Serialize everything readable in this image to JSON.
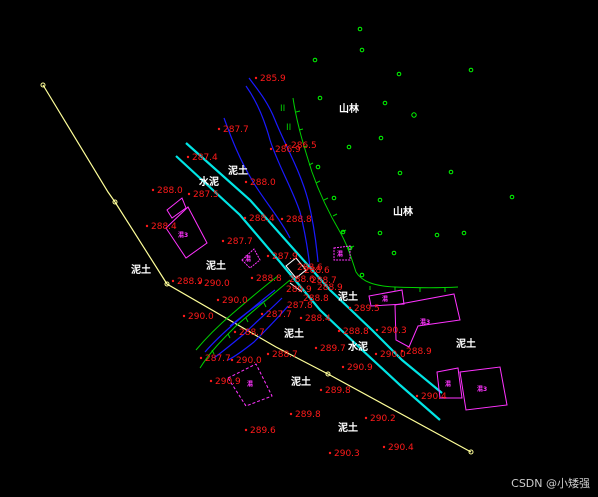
{
  "watermark": "CSDN @小矮强",
  "colors": {
    "background": "#000000",
    "road": "#00e5e5",
    "river": "#1a1aff",
    "contour": "#00d000",
    "boundary": "#ffff99",
    "building": "#ff33ff",
    "elevation": "#ff1a1a",
    "tree": "#00ff00"
  },
  "terrain_labels": {
    "shanlin_1": "山林",
    "shanlin_2": "山林",
    "nitu_1": "泥土",
    "nitu_2": "泥土",
    "nitu_3": "泥土",
    "nitu_4": "泥土",
    "nitu_5": "泥土",
    "nitu_6": "泥土",
    "nitu_7": "泥土",
    "shuini_1": "水泥",
    "shuini_2": "水泥"
  },
  "building_labels": {
    "b1": "混3",
    "b2": "混",
    "b3": "混",
    "b4": "混",
    "b5": "混3",
    "b6": "混",
    "b7": "混3",
    "b8": "混"
  },
  "elevations": {
    "e01": "285.9",
    "e02": "287.7",
    "e03": "286.5",
    "e04": "286.9",
    "e05": "287.4",
    "e06": "288.0",
    "e07": "288.0",
    "e08": "287.5",
    "e09": "288.4",
    "e10": "288.8",
    "e11": "288.4",
    "e12": "287.7",
    "e13": "287.9",
    "e14": "288.6",
    "e15": "288.6",
    "e16": "288.7",
    "e17": "288.6",
    "e18": "288.8",
    "e19": "288.9",
    "e20": "289.9",
    "e21": "288.9",
    "e22": "290.0",
    "e23": "290.0",
    "e24": "287.7",
    "e25": "289.5",
    "e26": "288.8",
    "e27": "287.8",
    "e28": "288.4",
    "e29": "290.3",
    "e30": "288.7",
    "e31": "289.7",
    "e32": "290.0",
    "e33": "290.9",
    "e34": "288.9",
    "e35": "288.7",
    "e36": "290.9",
    "e37": "289.8",
    "e38": "290.4",
    "e39": "289.8",
    "e40": "290.2",
    "e41": "289.6",
    "e42": "290.4",
    "e43": "290.3"
  }
}
